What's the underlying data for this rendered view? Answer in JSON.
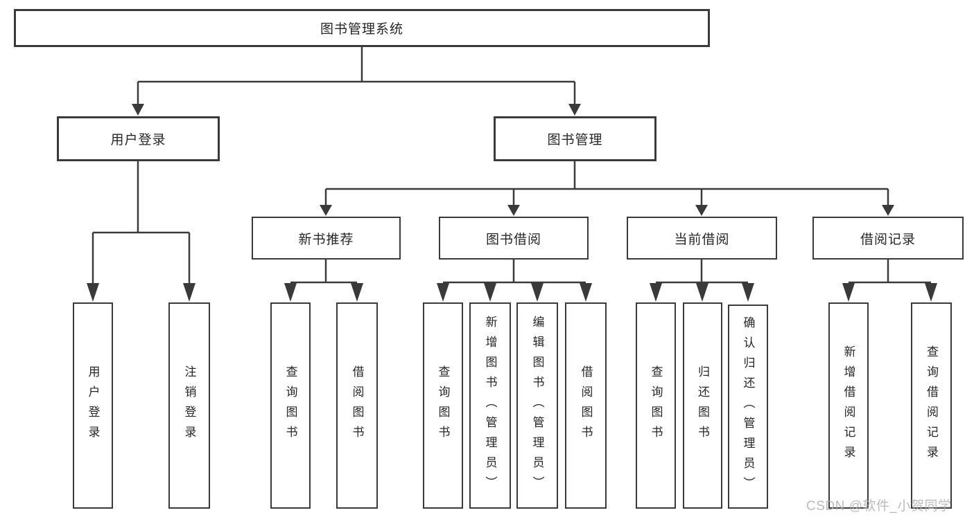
{
  "tree": {
    "root": {
      "label": "图书管理系统"
    },
    "children": [
      {
        "label": "用户登录",
        "children": [
          {
            "label": "用户登录"
          },
          {
            "label": "注销登录"
          }
        ]
      },
      {
        "label": "图书管理",
        "children": [
          {
            "label": "新书推荐",
            "children": [
              {
                "label": "查询图书"
              },
              {
                "label": "借阅图书"
              }
            ]
          },
          {
            "label": "图书借阅",
            "children": [
              {
                "label": "查询图书"
              },
              {
                "label": "新增图书（管理员）"
              },
              {
                "label": "编辑图书（管理员）"
              },
              {
                "label": "借阅图书"
              }
            ]
          },
          {
            "label": "当前借阅",
            "children": [
              {
                "label": "查询图书"
              },
              {
                "label": "归还图书"
              },
              {
                "label": "确认归还（管理员）"
              }
            ]
          },
          {
            "label": "借阅记录",
            "children": [
              {
                "label": "新增借阅记录"
              },
              {
                "label": "查询借阅记录"
              }
            ]
          }
        ]
      }
    ]
  },
  "watermark": {
    "text": "CSDN @软件_小贺同学"
  },
  "colors": {
    "line": "#3a3a3a",
    "text": "#262626",
    "watermark": "#afafaf",
    "background": "#ffffff"
  }
}
